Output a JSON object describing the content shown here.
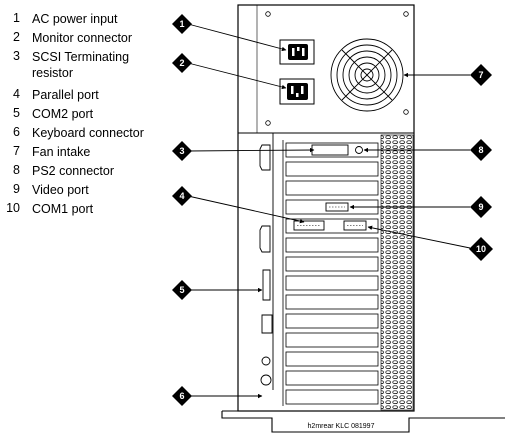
{
  "legend": [
    {
      "number": "1",
      "label": "AC power input"
    },
    {
      "number": "2",
      "label": "Monitor connector"
    },
    {
      "number": "3",
      "label": "SCSI Terminating resistor"
    },
    {
      "number": "4",
      "label": "Parallel port"
    },
    {
      "number": "5",
      "label": "COM2 port"
    },
    {
      "number": "6",
      "label": "Keyboard connector"
    },
    {
      "number": "7",
      "label": "Fan intake"
    },
    {
      "number": "8",
      "label": "PS2 connector"
    },
    {
      "number": "9",
      "label": "Video port"
    },
    {
      "number": "10",
      "label": "COM1 port"
    }
  ],
  "callouts": [
    "1",
    "2",
    "3",
    "4",
    "5",
    "6",
    "7",
    "8",
    "9",
    "10"
  ],
  "caption": "h2mrear KLC 081997"
}
